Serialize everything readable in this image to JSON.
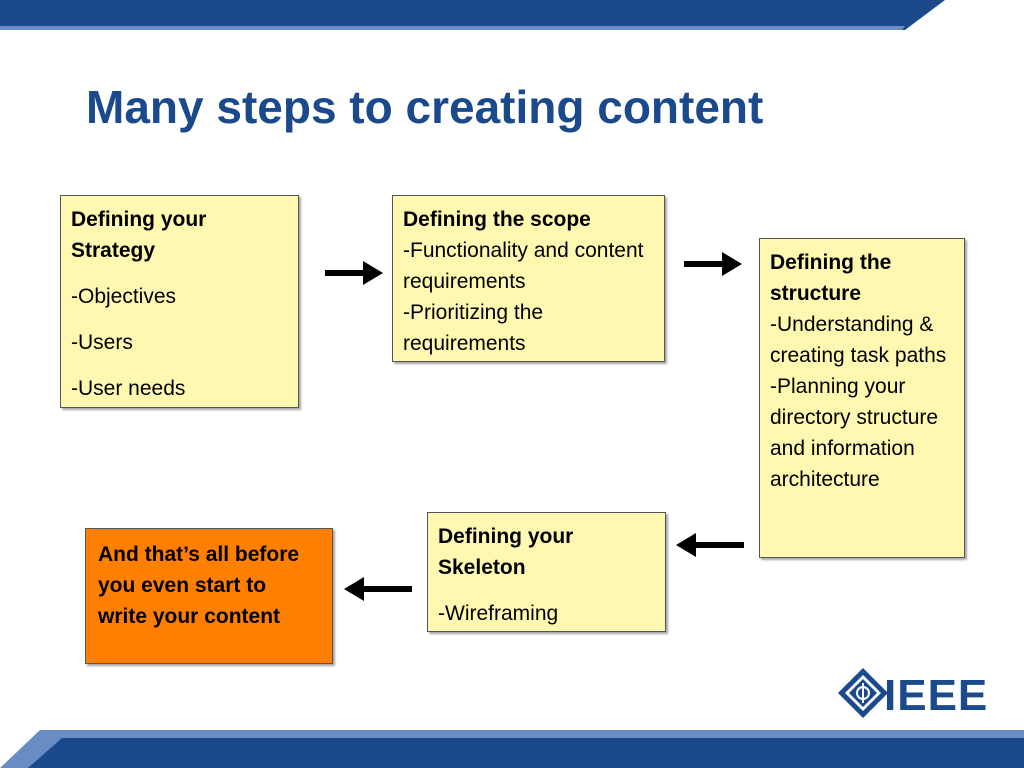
{
  "title": "Many steps to creating content",
  "colors": {
    "title": "#1a4a8c",
    "box": "#fff8b0",
    "final_box": "#ff7f00",
    "band": "#1a4a8c"
  },
  "steps": [
    {
      "heading": "Defining your Strategy",
      "items": [
        "-Objectives",
        "-Users",
        "-User needs"
      ]
    },
    {
      "heading": "Defining the scope",
      "items": [
        "-Functionality and content requirements",
        "-Prioritizing the requirements"
      ]
    },
    {
      "heading": "Defining the structure",
      "items": [
        "-Understanding & creating task paths",
        "-Planning your directory structure and information architecture"
      ]
    },
    {
      "heading": "Defining your Skeleton",
      "items": [
        "-Wireframing"
      ]
    }
  ],
  "final_note": "And that’s all before you even start to write your content",
  "logo": {
    "text": "IEEE",
    "icon": "ieee-diamond-icon"
  }
}
